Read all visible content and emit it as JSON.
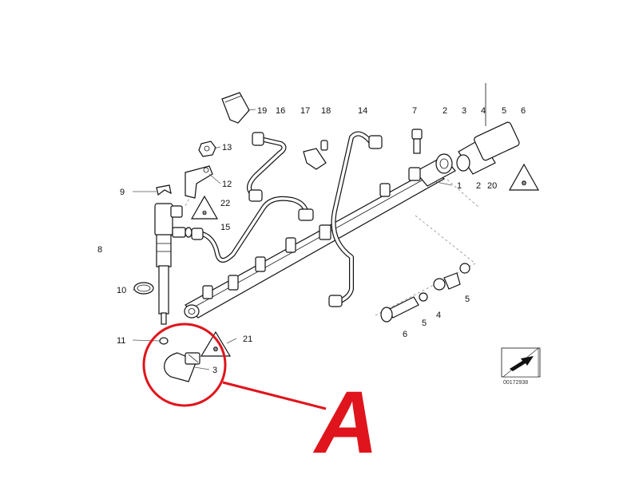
{
  "callouts": {
    "c1": "1",
    "c2a": "2",
    "c2b": "2",
    "c3a": "3",
    "c3b": "3",
    "c4a": "4",
    "c4b": "4",
    "c5a": "5",
    "c5b": "5",
    "c5c": "5",
    "c6a": "6",
    "c6b": "6",
    "c7": "7",
    "c8": "8",
    "c9": "9",
    "c10": "10",
    "c11": "11",
    "c12": "12",
    "c13": "13",
    "c14": "14",
    "c15": "15",
    "c16": "16",
    "c17": "17",
    "c18": "18",
    "c19": "19",
    "c20": "20",
    "c21": "21",
    "c22": "22"
  },
  "reference_number": "00172938",
  "annotation_letter": "A",
  "colors": {
    "highlight": "#e0141c",
    "line": "#111111"
  }
}
